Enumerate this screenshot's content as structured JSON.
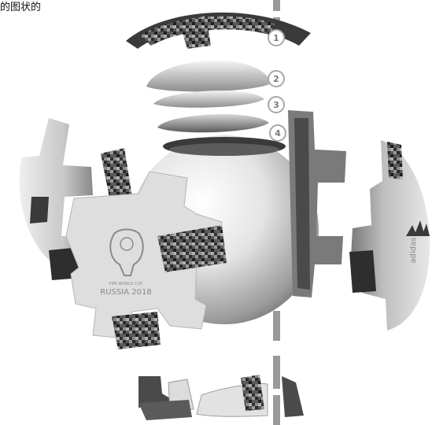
{
  "caption": "的图状的",
  "layer_markers": [
    "1",
    "2",
    "3",
    "4"
  ],
  "emblem_text": {
    "small_line": "FIFA WORLD CUP",
    "main_line": "RUSSIA 2018"
  },
  "brand_logo_text": "adidas",
  "colors": {
    "background": "#ffffff",
    "axis": "#9a9a9a",
    "panel_light": "#e6e6e6",
    "panel_dark": "#3a3a3a",
    "core": "#cfcfcf",
    "marker_border": "#a8a8a8"
  },
  "icons": [
    "world-cup-trophy-emblem",
    "adidas-three-stripes-logo",
    "pixel-camouflage-pattern"
  ]
}
